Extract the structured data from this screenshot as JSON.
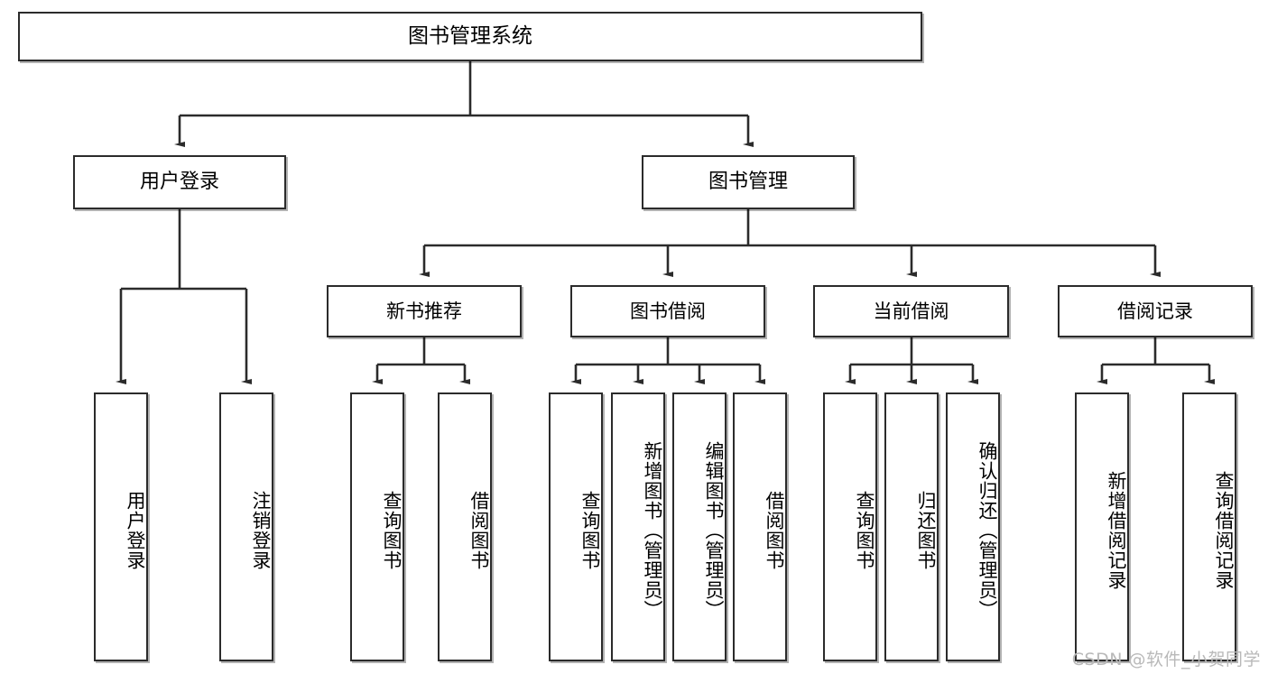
{
  "diagram": {
    "title": "图书管理系统",
    "type": "hierarchy-tree",
    "watermark": "CSDN @软件_小贺同学",
    "colors": {
      "box_border": "#2b2b2b",
      "box_fill": "#ffffff",
      "connector": "#2b2b2b",
      "watermark": "#b9b9b9",
      "background": "#ffffff"
    },
    "nodes": {
      "root": {
        "label": "图书管理系统"
      },
      "level1": [
        {
          "id": "user-login",
          "label": "用户登录"
        },
        {
          "id": "book-manage",
          "label": "图书管理"
        }
      ],
      "level2": [
        {
          "id": "new-book-rec",
          "label": "新书推荐"
        },
        {
          "id": "book-borrow",
          "label": "图书借阅"
        },
        {
          "id": "current-borrow",
          "label": "当前借阅"
        },
        {
          "id": "borrow-record",
          "label": "借阅记录"
        }
      ],
      "leaves": {
        "user_login": [
          {
            "id": "leaf-user-login",
            "label": "用户登录"
          },
          {
            "id": "leaf-user-logout",
            "label": "注销登录"
          }
        ],
        "new_book_rec": [
          {
            "id": "leaf-query-book-1",
            "label": "查询图书"
          },
          {
            "id": "leaf-borrow-book-1",
            "label": "借阅图书"
          }
        ],
        "book_borrow": [
          {
            "id": "leaf-query-book-2",
            "label": "查询图书"
          },
          {
            "id": "leaf-add-book",
            "label": "新增图书（管理员）"
          },
          {
            "id": "leaf-edit-book",
            "label": "编辑图书（管理员）"
          },
          {
            "id": "leaf-borrow-book-2",
            "label": "借阅图书"
          }
        ],
        "current_borrow": [
          {
            "id": "leaf-query-book-3",
            "label": "查询图书"
          },
          {
            "id": "leaf-return-book",
            "label": "归还图书"
          },
          {
            "id": "leaf-confirm-return",
            "label": "确认归还（管理员）"
          }
        ],
        "borrow_record": [
          {
            "id": "leaf-add-record",
            "label": "新增借阅记录"
          },
          {
            "id": "leaf-query-record",
            "label": "查询借阅记录"
          }
        ]
      }
    }
  }
}
